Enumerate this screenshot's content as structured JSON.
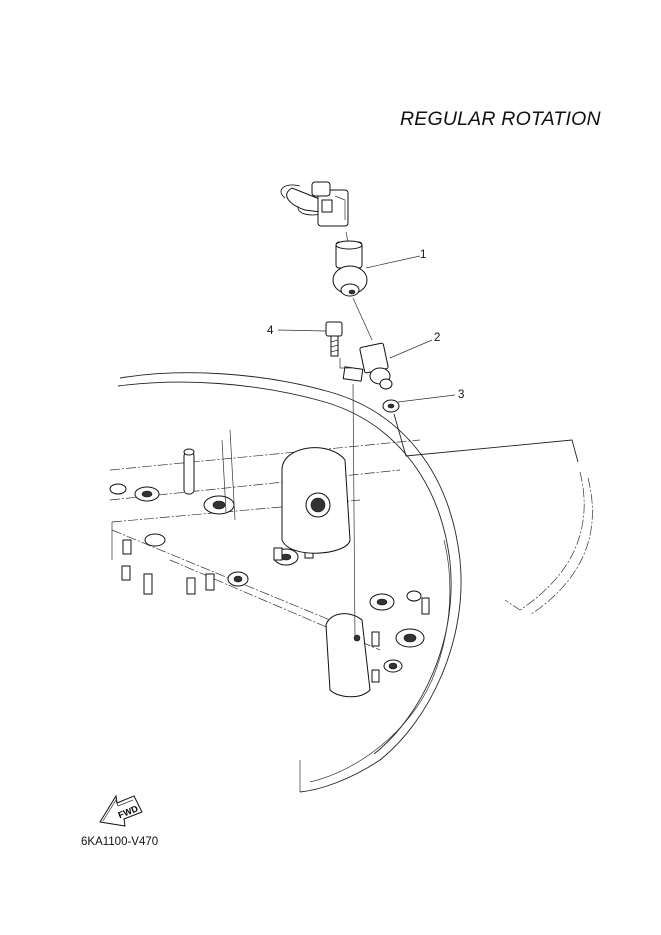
{
  "header": {
    "title": "REGULAR ROTATION"
  },
  "footer": {
    "diagram_code": "6KA1100-V470"
  },
  "callouts": [
    {
      "ref": "1"
    },
    {
      "ref": "2"
    },
    {
      "ref": "3"
    },
    {
      "ref": "4"
    }
  ],
  "fwd_arrow": {
    "label": "FWD"
  }
}
